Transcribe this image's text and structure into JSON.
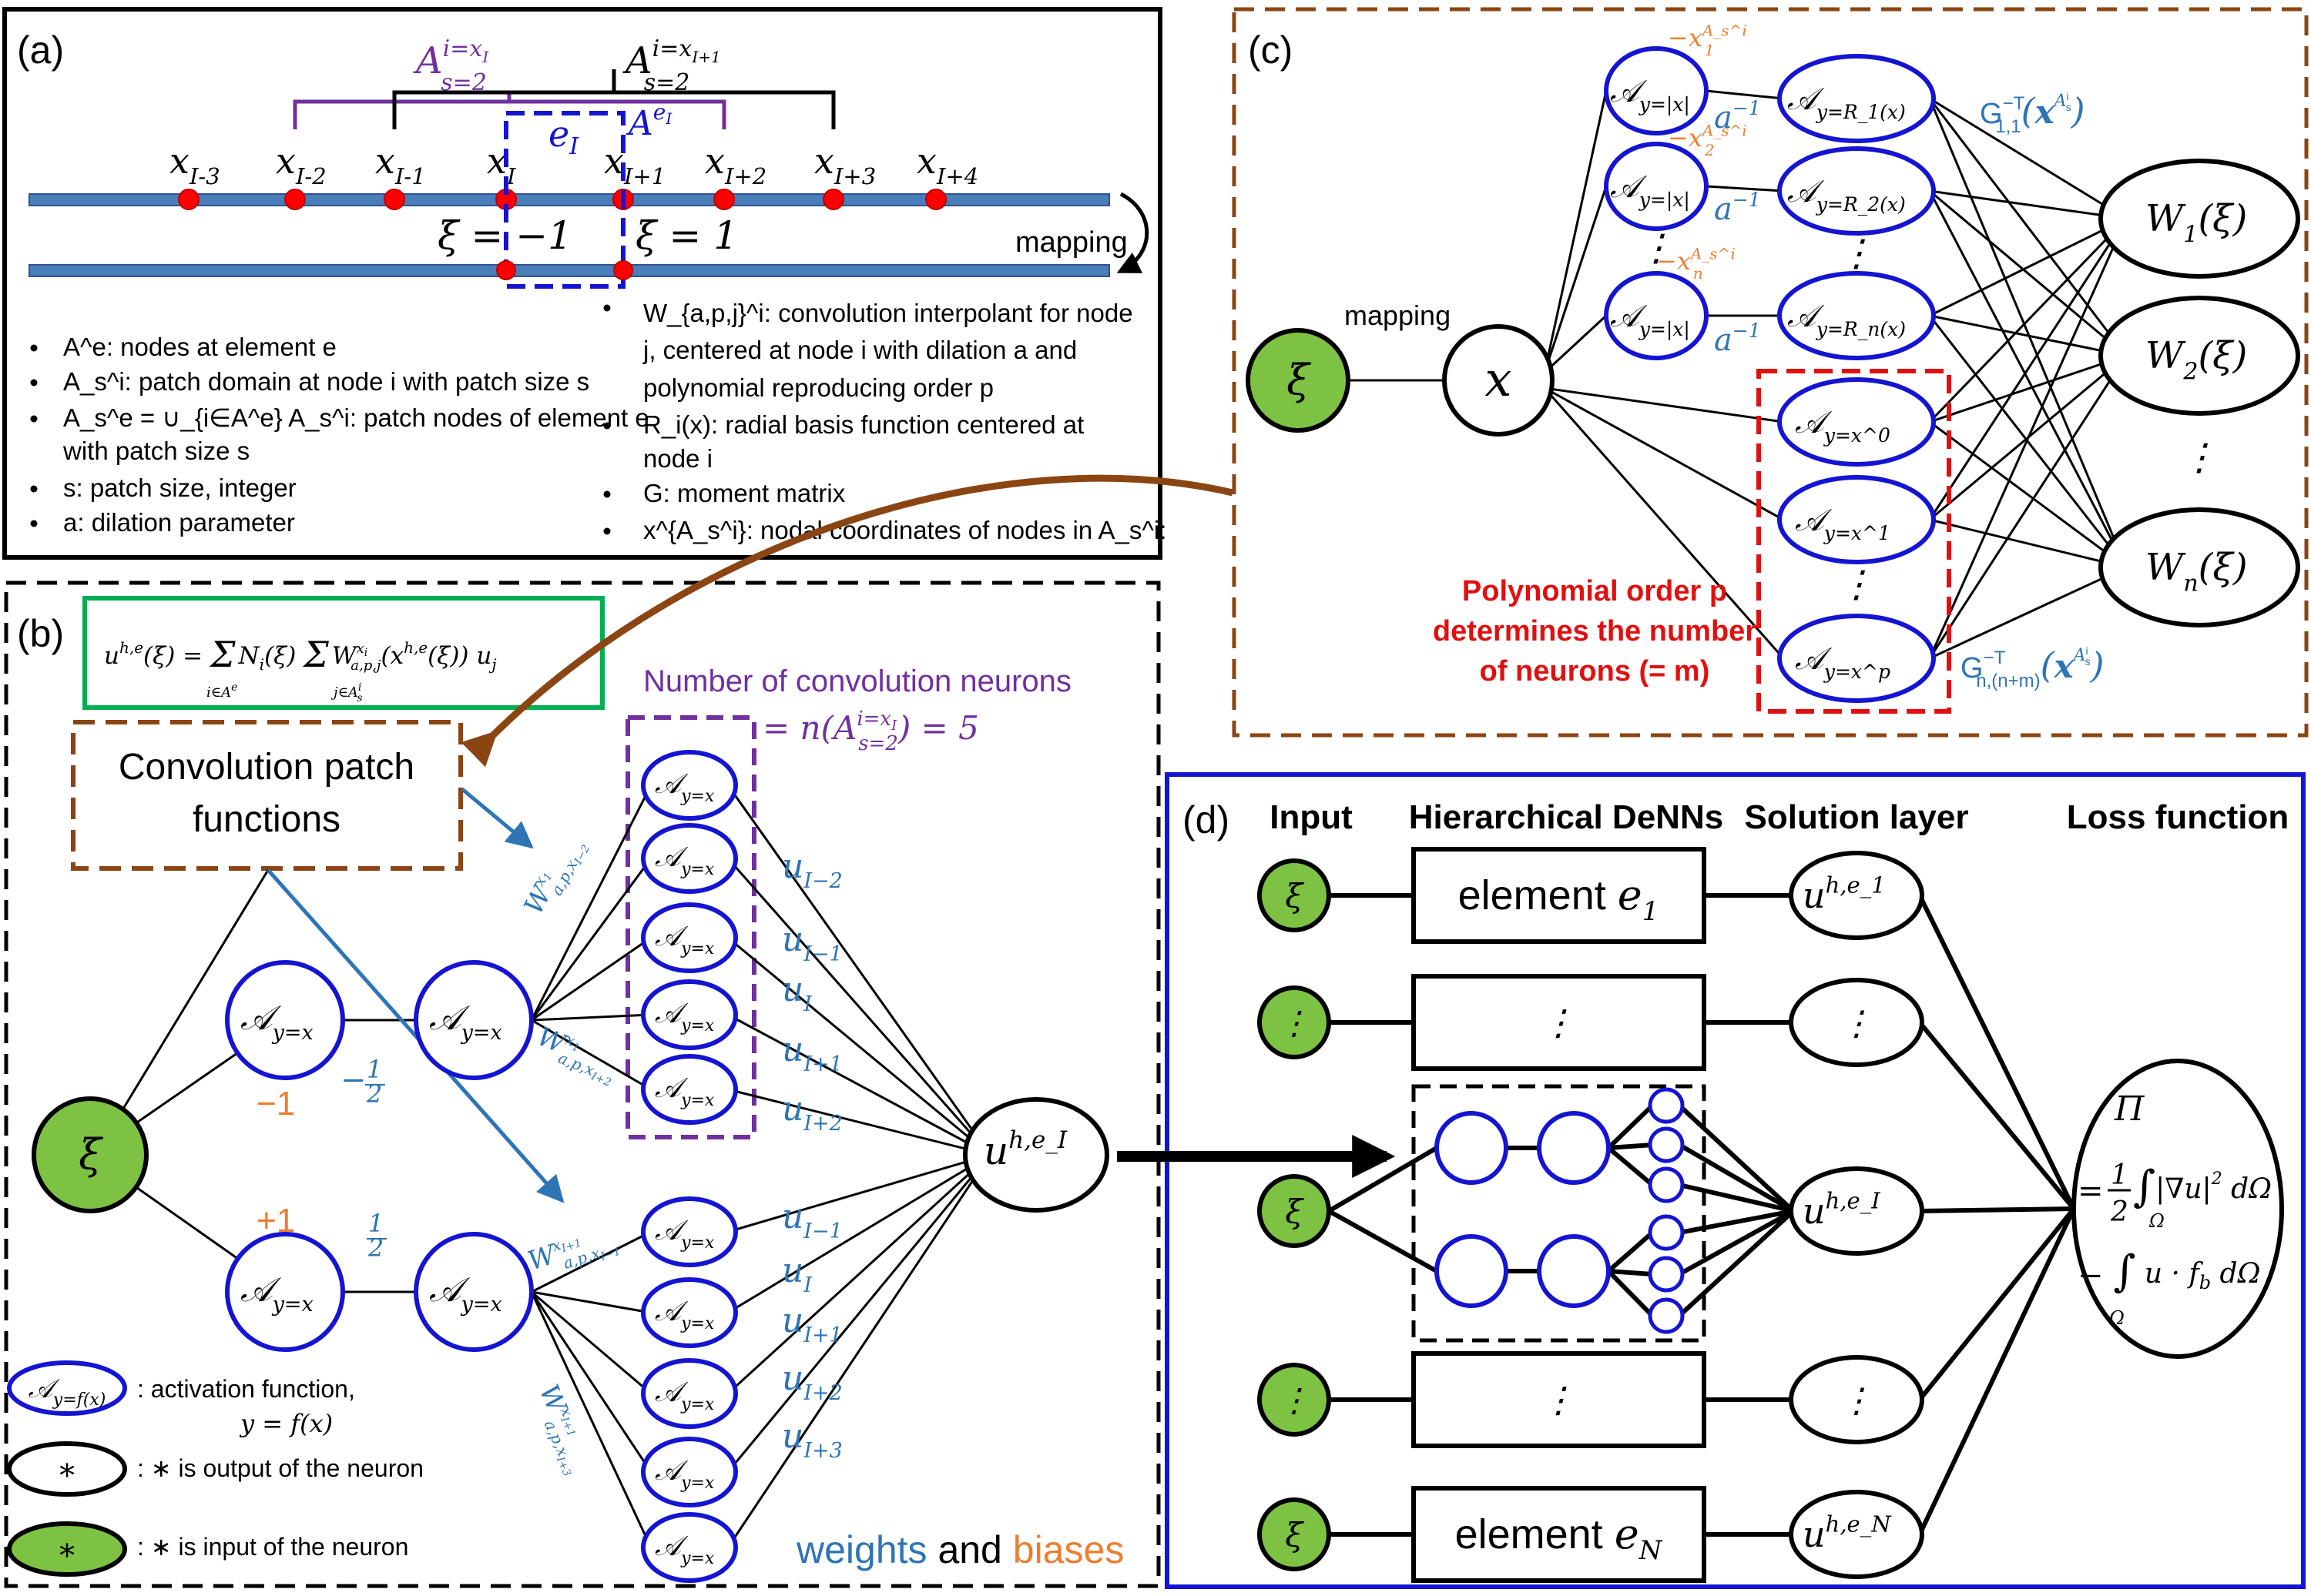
{
  "colors": {
    "accent_blue": "#1414d2",
    "weight_blue": "#2e75b6",
    "bias_orange": "#ed7d31",
    "purple": "#7030a0",
    "brown": "#8b4513",
    "green": "#00b050",
    "red": "#e01010",
    "node_green": "#7dc242"
  },
  "panel_a": {
    "label": "(a)",
    "nodes": [
      "x_{I-3}",
      "x_{I-2}",
      "x_{I-1}",
      "x_I",
      "x_{I+1}",
      "x_{I+2}",
      "x_{I+3}",
      "x_{I+4}"
    ],
    "patch_left": "A_{s=2}^{i=x_I}",
    "patch_right": "A_{s=2}^{i=x_{I+1}}",
    "element": "e_I",
    "element_nodes": "A^{e_I}",
    "xi_minus": "ξ = −1",
    "xi_plus": "ξ = 1",
    "mapping": "mapping",
    "bullets_left": [
      "A^e: nodes at element e",
      "A_s^i: patch domain at node i with patch size s",
      "A_s^e = ∪_{i∈A^e} A_s^i: patch nodes of element e",
      "with patch size s",
      "s: patch size, integer",
      "a: dilation parameter"
    ],
    "bullets_right": [
      "W_{a,p,j}^i: convolution interpolant for node",
      "j, centered at node i with dilation a and",
      "polynomial reproducing order p",
      "R_i(x): radial basis function centered at",
      "node i",
      "G: moment matrix",
      "x^{A_s^i}: nodal coordinates of nodes in A_s^i:"
    ]
  },
  "panel_b": {
    "label": "(b)",
    "equation": "u^{h,e}(ξ) = Σ_{i∈A^e} N_i(ξ) Σ_{j∈A_s^i} W_{a,p,j}^{x_i}(x^{h,e}(ξ)) u_j",
    "patch_box_line1": "Convolution patch",
    "patch_box_line2": "functions",
    "neurons_title": "Number of convolution neurons",
    "neurons_eq": "= n(A_{s=2}^{i=x_I}) = 5",
    "input": "ξ",
    "act": "𝒜_{y=x}",
    "bias_minus": "−1",
    "bias_plus": "+1",
    "w_minus_half": "−1/2",
    "w_half": "1/2",
    "w_top_a": "W_{a,p,x_{I−2}}^{x_I}",
    "w_top_b": "W_{a,p,x_{I+2}}^{x_I}",
    "w_bot_a": "W_{a,p,x_{I−1}}^{x_{I+1}}",
    "w_bot_b": "W_{a,p,x_{I+3}}^{x_{I+1}}",
    "u_top": [
      "u_{I−2}",
      "u_{I−1}",
      "u_I",
      "u_{I+1}",
      "u_{I+2}"
    ],
    "u_bot": [
      "u_{I−1}",
      "u_I",
      "u_{I+1}",
      "u_{I+2}",
      "u_{I+3}"
    ],
    "output": "u^{h,e_I}",
    "legend": [
      ": activation function,",
      "y = f(x)",
      ": ∗ is output of the neuron",
      ": ∗ is input of the neuron"
    ],
    "legend_act": "𝒜_{y=f(x)}",
    "legend_star": "∗",
    "footer_weights": "weights",
    "footer_and": "and",
    "footer_biases": "biases"
  },
  "panel_c": {
    "label": "(c)",
    "input": "ξ",
    "mapping": "mapping",
    "x_node": "x",
    "abs_node": "𝒜_{y=|x|}",
    "shifts": [
      "−x_1^{A_s^i}",
      "−x_2^{A_s^i}",
      "−x_n^{A_s^i}"
    ],
    "dilation": "a^{−1}",
    "rbf": [
      "𝒜_{y=R_1(x)}",
      "𝒜_{y=R_2(x)}",
      "𝒜_{y=R_n(x)}"
    ],
    "poly": [
      "𝒜_{y=x^0}",
      "𝒜_{y=x^1}",
      "𝒜_{y=x^p}"
    ],
    "outputs": [
      "W_1(ξ)",
      "W_2(ξ)",
      "W_n(ξ)"
    ],
    "g_top": "G_{1,1}^{−T}(x^{A_s^i})",
    "g_bot": "G_{n,(n+m)}^{−T}(x^{A_s^i})",
    "poly_note": [
      "Polynomial order p",
      "determines the number",
      "of neurons (= m)"
    ]
  },
  "panel_d": {
    "label": "(d)",
    "headers": [
      "Input",
      "Hierarchical DeNNs",
      "Solution layer",
      "Loss function"
    ],
    "inputs": [
      "ξ",
      "⋮",
      "ξ",
      "⋮",
      "ξ"
    ],
    "elements": [
      "element e_1",
      "⋮",
      "⋮",
      "element e_N"
    ],
    "outputs": [
      "u^{h,e_1}",
      "⋮",
      "u^{h,e_I}",
      "⋮",
      "u^{h,e_N}"
    ],
    "loss": [
      "Π",
      "= 1/2 ∫_Ω |∇u|² dΩ",
      "− ∫_Ω u · f_b dΩ"
    ]
  }
}
